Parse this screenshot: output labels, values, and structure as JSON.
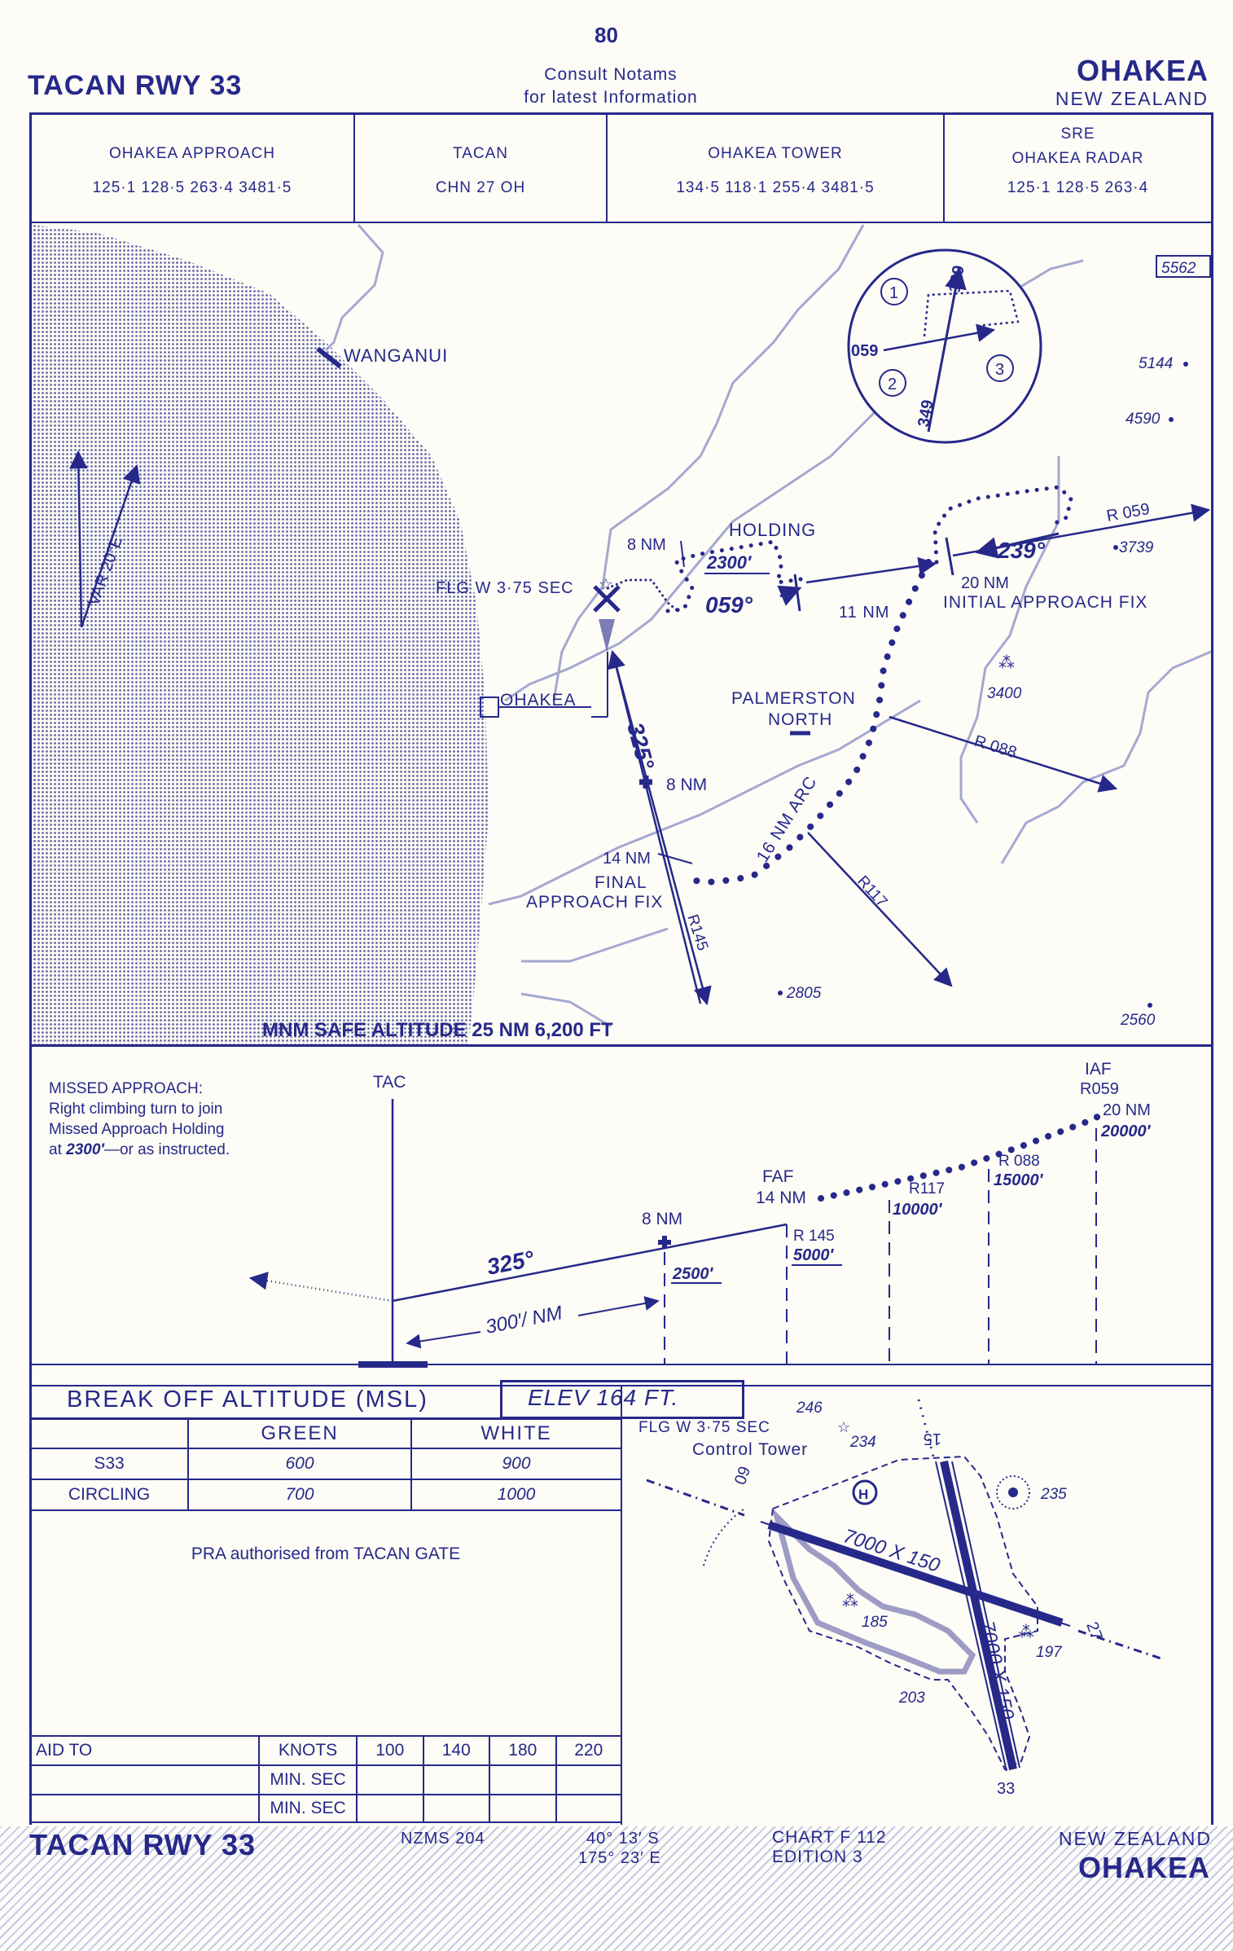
{
  "header": {
    "page_number": "80",
    "title_left": "TACAN RWY 33",
    "notams_line1": "Consult   Notams",
    "notams_line2": "for latest Information",
    "airport": "OHAKEA",
    "country": "NEW ZEALAND"
  },
  "frequencies": [
    {
      "name": "OHAKEA APPROACH",
      "values": "125·1   128·5   263·4   3481·5"
    },
    {
      "name": "TACAN",
      "values": "CHN 27 OH"
    },
    {
      "name": "OHAKEA TOWER",
      "values": "134·5   118·1   255·4   3481·5"
    },
    {
      "name_top": "SRE",
      "name": "OHAKEA RADAR",
      "values": "125·1   128·5   263·4"
    }
  ],
  "plan": {
    "wanganui": "WANGANUI",
    "var": "VAR 20°E",
    "flg": "FLG W 3·75 SEC",
    "ohakea": "OHAKEA",
    "palmerston1": "PALMERSTON",
    "palmerston2": "NORTH",
    "holding": "HOLDING",
    "dist_8nm_hold": "8 NM",
    "alt_2300": "2300′",
    "crs_059": "059°",
    "dist_11nm": "11 NM",
    "crs_239": "239°",
    "r059": "R 059",
    "dist_20nm": "20 NM",
    "iaf_label": "INITIAL APPROACH FIX",
    "crs_325": "325°",
    "dist_8nm": "8 NM",
    "arc": "16 NM ARC",
    "dist_14nm": "14 NM",
    "faf1": "FINAL",
    "faf2": "APPROACH FIX",
    "r145": "R145",
    "r117": "R117",
    "r088": "R 088",
    "spot_5562": "5562",
    "spot_5144": "5144",
    "spot_4590": "4590",
    "spot_3739": "3739",
    "spot_3400": "3400",
    "spot_2805": "2805",
    "spot_2560": "2560",
    "msa": "MNM SAFE ALTITUDE 25 NM   6,200 FT",
    "inset_169": "169",
    "inset_059": "059",
    "inset_349": "349",
    "inset_1": "1",
    "inset_2": "2",
    "inset_3": "3"
  },
  "profile": {
    "missed1": "MISSED APPROACH:",
    "missed2": "Right climbing turn to join",
    "missed3": "Missed Approach Holding",
    "missed4_alt": "2300′",
    "missed4_pre": "at ",
    "missed4_post": "—or as instructed.",
    "tac": "TAC",
    "crs_325": "325°",
    "grad": "300′/ NM",
    "dist_8nm": "8 NM",
    "alt_2500": "2500′",
    "faf": "FAF",
    "faf_dist": "14 NM",
    "r145": "R 145",
    "alt_5000": "5000′",
    "r117": "R117",
    "alt_10000": "10000′",
    "r088": "R 088",
    "alt_15000": "15000′",
    "iaf": "IAF",
    "iaf_r": "R059",
    "iaf_dist": "20 NM",
    "alt_20000": "20000′"
  },
  "minima": {
    "title": "BREAK OFF ALTITUDE (MSL)",
    "elev": "ELEV    164    FT.",
    "col_green": "GREEN",
    "col_white": "WHITE",
    "rows": [
      {
        "label": "S33",
        "green": "600",
        "white": "900"
      },
      {
        "label": "CIRCLING",
        "green": "700",
        "white": "1000"
      }
    ],
    "pra": "PRA authorised from TACAN GATE",
    "speed": {
      "aid": "AID TO",
      "knots": "KNOTS",
      "min_sec": "MIN. SEC",
      "speeds": [
        "100",
        "140",
        "180",
        "220"
      ]
    }
  },
  "aerodrome": {
    "flg": "FLG W 3·75 SEC",
    "tower": "Control Tower",
    "e246": "246",
    "e234": "234",
    "e235": "235",
    "e185": "185",
    "e197": "197",
    "e203": "203",
    "rwy_a": "7000 X 150",
    "rwy_b": "7000 X 150",
    "rwy_15": "15",
    "rwy_33": "33",
    "rwy_09": "09",
    "rwy_27": "27",
    "heli": "H"
  },
  "footer": {
    "title_left": "TACAN RWY 33",
    "nzms": "NZMS 204",
    "lat": "40° 13′ S",
    "lon": "175° 23′ E",
    "chart": "CHART F 112",
    "edition": "EDITION 3",
    "country": "NEW ZEALAND",
    "airport": "OHAKEA"
  }
}
